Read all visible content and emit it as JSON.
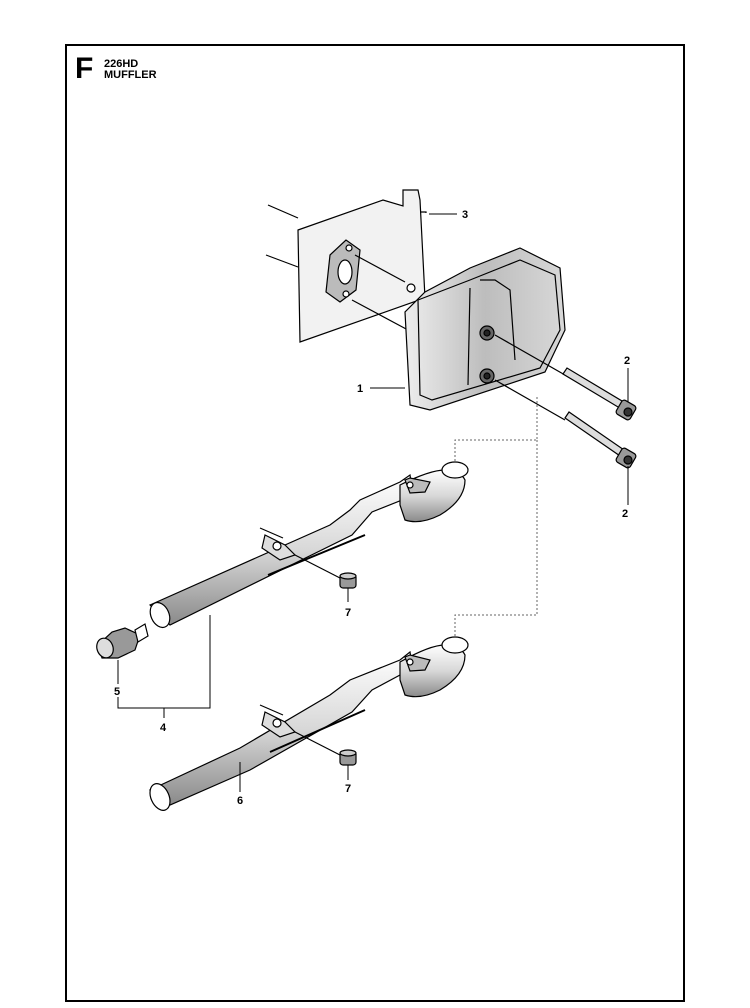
{
  "header": {
    "section_letter": "F",
    "model": "226HD",
    "title": "MUFFLER"
  },
  "callouts": {
    "c1": "1",
    "c2a": "2",
    "c2b": "2",
    "c3": "3",
    "c4": "4",
    "c5": "5",
    "c6": "6",
    "c7a": "7",
    "c7b": "7"
  }
}
